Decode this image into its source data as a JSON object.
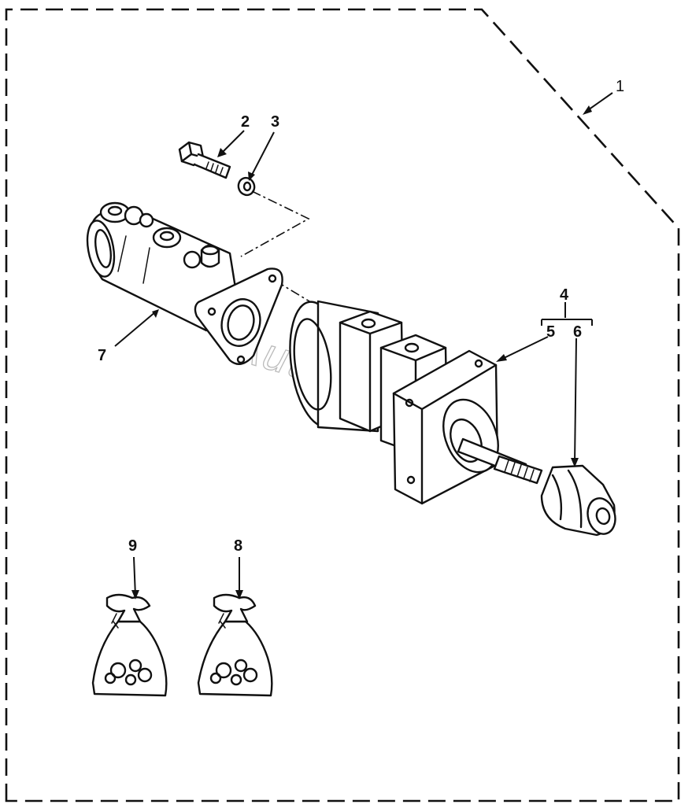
{
  "diagram": {
    "callouts": {
      "c1": "1",
      "c2": "2",
      "c3": "3",
      "c4": "4",
      "c5": "5",
      "c6": "6",
      "c7": "7",
      "c8": "8",
      "c9": "9"
    },
    "watermark": "AutoSoft",
    "line_color": "#111111",
    "background": "#ffffff"
  }
}
